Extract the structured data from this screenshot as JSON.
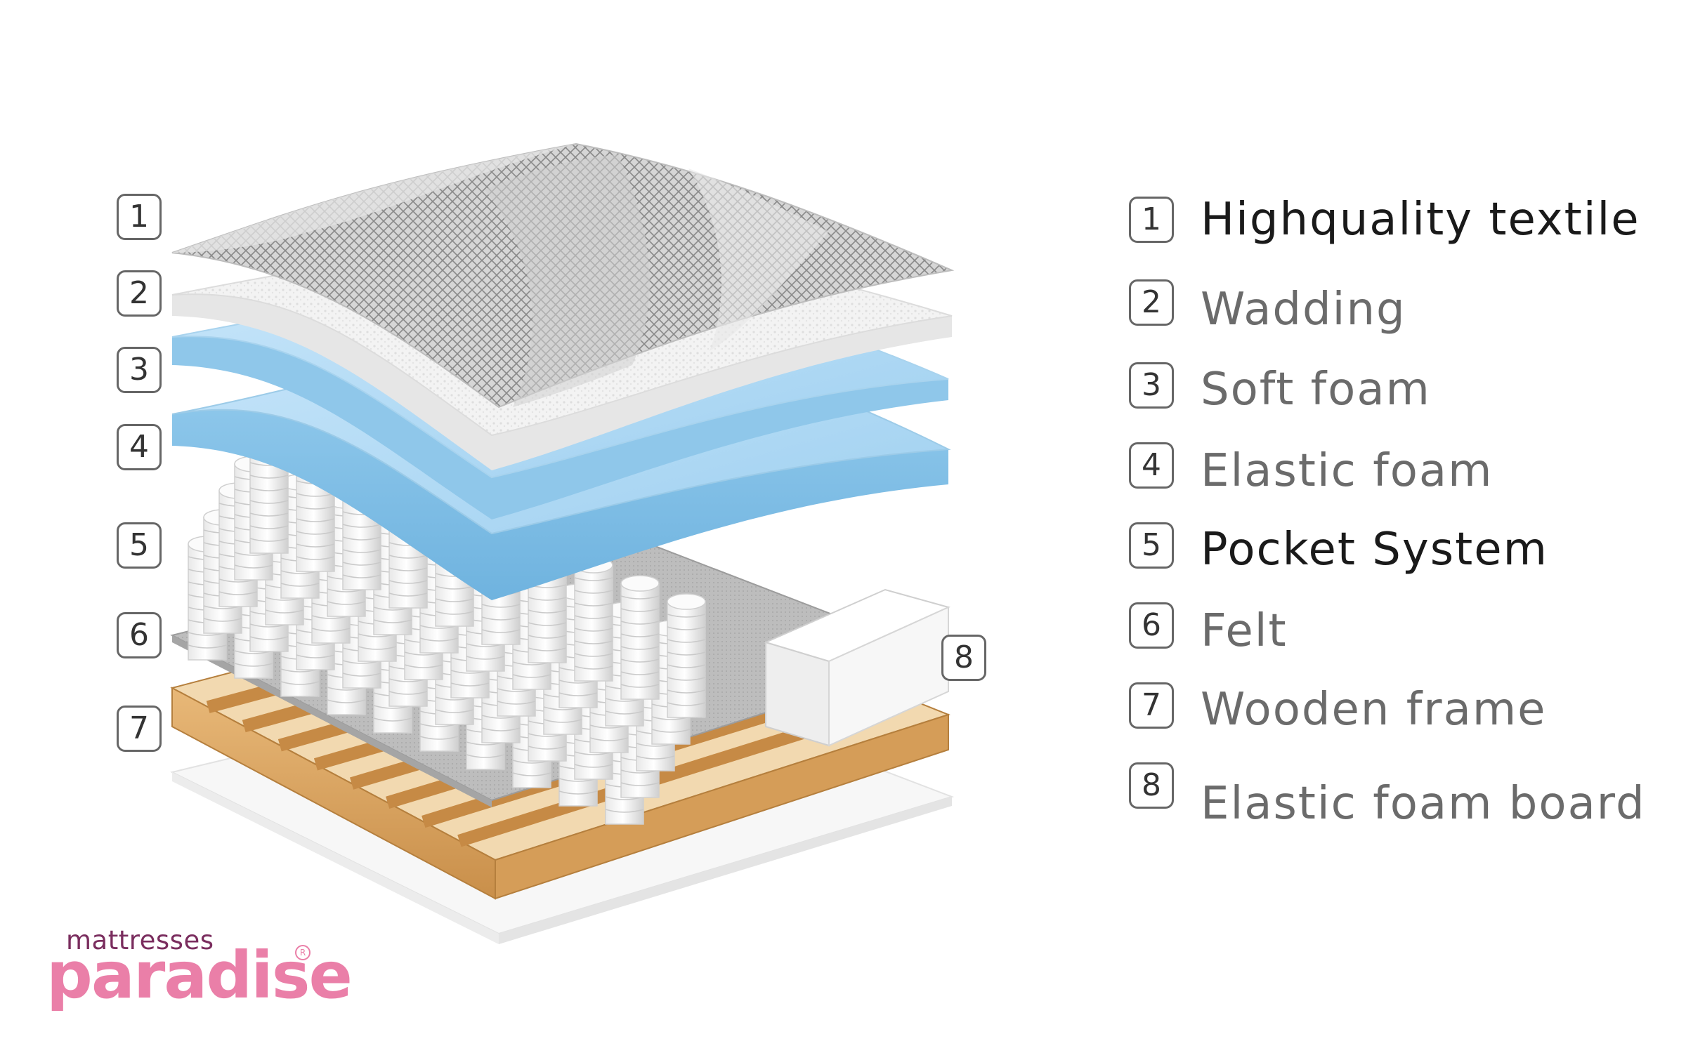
{
  "layers": [
    {
      "number": "1",
      "label": "Highquality textile"
    },
    {
      "number": "2",
      "label": "Wadding"
    },
    {
      "number": "3",
      "label": "Soft foam"
    },
    {
      "number": "4",
      "label": "Elastic foam"
    },
    {
      "number": "5",
      "label": "Pocket System"
    },
    {
      "number": "6",
      "label": "Felt"
    },
    {
      "number": "7",
      "label": "Wooden frame"
    },
    {
      "number": "8",
      "label": "Elastic foam board"
    }
  ],
  "logo": {
    "top": "mattresses",
    "main": "paradise",
    "registered": "R"
  },
  "colors": {
    "textile": "#dcdcdc",
    "wadding": "#f4f4f4",
    "foam_blue": "#a9d6f2",
    "felt": "#b9b9b9",
    "wood": "#d9a865",
    "logo_pink": "#ea7fa8",
    "logo_purple": "#7a2d5e"
  }
}
